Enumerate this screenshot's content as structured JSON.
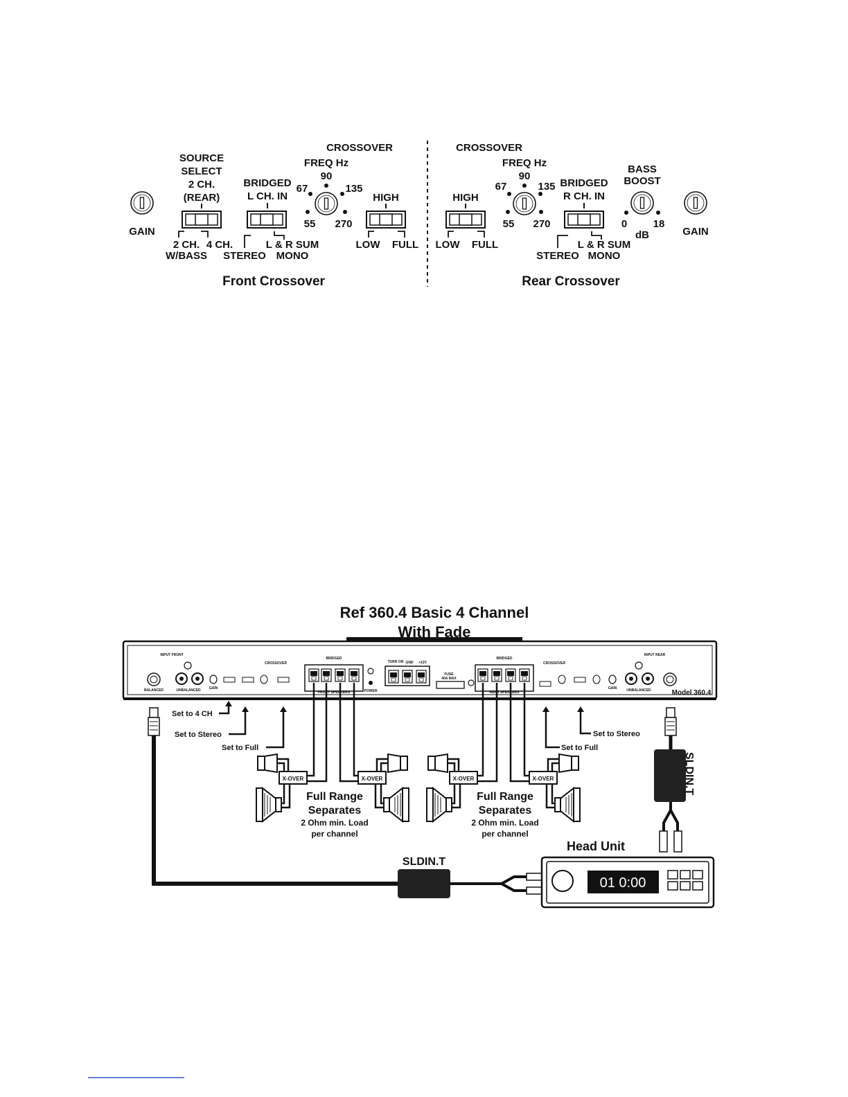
{
  "top_panel": {
    "front": {
      "title": "Front Crossover",
      "gain": "GAIN",
      "source_select": [
        "SOURCE",
        "SELECT",
        "2 CH.",
        "(REAR)"
      ],
      "source_opt_a": "2 CH.",
      "source_opt_a2": "W/BASS",
      "source_opt_b": "4 CH.",
      "bridged": [
        "BRIDGED",
        "L CH. IN"
      ],
      "stereo": "STEREO",
      "lr_sum": "L & R SUM",
      "mono": "MONO",
      "crossover": "CROSSOVER",
      "freq": "FREQ Hz",
      "f55": "55",
      "f67": "67",
      "f90": "90",
      "f135": "135",
      "f270": "270",
      "high": "HIGH",
      "low": "LOW",
      "full": "FULL"
    },
    "rear": {
      "title": "Rear Crossover",
      "crossover": "CROSSOVER",
      "freq": "FREQ Hz",
      "f55": "55",
      "f67": "67",
      "f90": "90",
      "f135": "135",
      "f270": "270",
      "high": "HIGH",
      "low": "LOW",
      "full": "FULL",
      "bridged": [
        "BRIDGED",
        "R CH. IN"
      ],
      "stereo": "STEREO",
      "lr_sum": "L & R SUM",
      "mono": "MONO",
      "bass_boost": [
        "BASS",
        "BOOST"
      ],
      "bb_0": "0",
      "bb_18": "18",
      "db": "dB",
      "gain": "GAIN"
    }
  },
  "wiring": {
    "title_line1": "Ref 360.4 Basic 4 Channel",
    "title_line2": "With Fade",
    "set_4ch": "Set to 4 CH",
    "set_stereo_left": "Set to Stereo",
    "set_full_left": "Set to Full",
    "set_stereo_right": "Set to Stereo",
    "set_full_right": "Set to Full",
    "xover": "X-OVER",
    "separates_left": [
      "Full Range",
      "Separates",
      "2 Ohm min. Load",
      "per channel"
    ],
    "separates_right": [
      "Full Range",
      "Separates",
      "2 Ohm min. Load",
      "per channel"
    ],
    "sldin_bottom": "SLDIN.T",
    "sldin_right": "SLDIN.T",
    "head_unit": "Head Unit",
    "display": "01 0:00",
    "model": "Model 360.4",
    "amp_labels": {
      "input_front": "INPUT FRONT",
      "input_rear": "INPUT REAR",
      "balanced": "BALANCED",
      "unbalanced": "UNBALANCED",
      "gain": "GAIN",
      "front_speakers": "FRONT SPEAKERS",
      "rear_speakers": "REAR SPEAKERS",
      "power": "POWER",
      "turn_on": "TURN ON",
      "gnd": "GND",
      "plus12": "+12V",
      "fuse": "FUSE",
      "fuse_rating": "40A MAX",
      "bridged": "BRIDGED",
      "crossover": "CROSSOVER"
    }
  }
}
